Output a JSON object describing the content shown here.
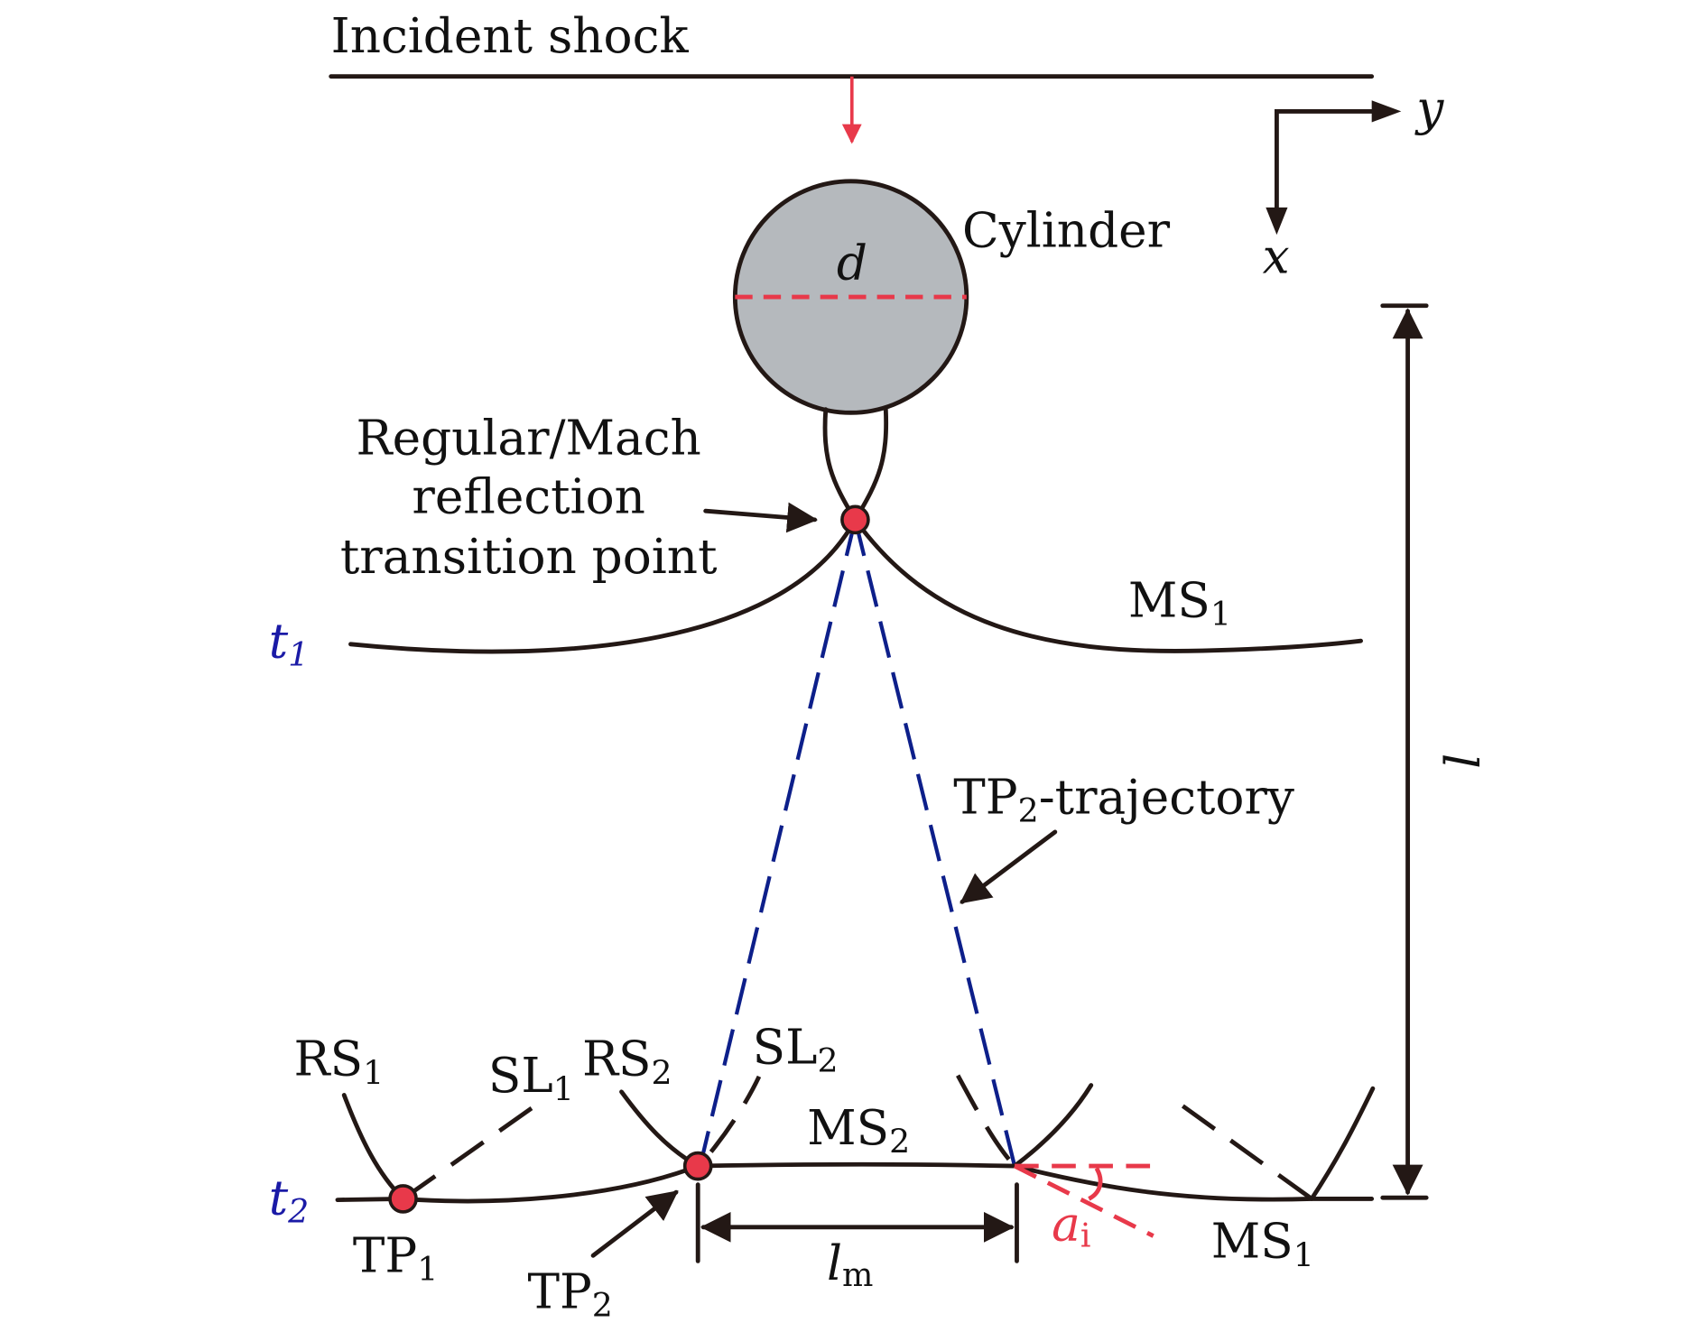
{
  "figure": {
    "incident_shock": "Incident shock",
    "cylinder": "Cylinder",
    "diameter": "d",
    "axis_y": "y",
    "axis_x": "x",
    "transition_point": [
      "Regular/Mach",
      "reflection",
      "transition point"
    ],
    "t1": {
      "main": "t",
      "sub": "1"
    },
    "t2": {
      "main": "t",
      "sub": "2"
    },
    "ms1_top": {
      "main": "MS",
      "sub": "1"
    },
    "ms1_bottom": {
      "main": "MS",
      "sub": "1"
    },
    "ms2": {
      "main": "MS",
      "sub": "2"
    },
    "tp2_traj": {
      "main": "TP",
      "sub": "2",
      "rest": "-trajectory"
    },
    "rs1": {
      "main": "RS",
      "sub": "1"
    },
    "rs2": {
      "main": "RS",
      "sub": "2"
    },
    "sl1": {
      "main": "SL",
      "sub": "1"
    },
    "sl2": {
      "main": "SL",
      "sub": "2"
    },
    "tp1": {
      "main": "TP",
      "sub": "1"
    },
    "tp2": {
      "main": "TP",
      "sub": "2"
    },
    "lm": {
      "main": "l",
      "sub": "m"
    },
    "l": "l",
    "ai": {
      "main": "a",
      "sub": "i"
    },
    "colors": {
      "accent_red": "#e8394a",
      "trajectory_blue": "#0d1f8a",
      "time_label_blue": "#1a1aa6",
      "cylinder_fill": "#b5b9bd"
    }
  }
}
